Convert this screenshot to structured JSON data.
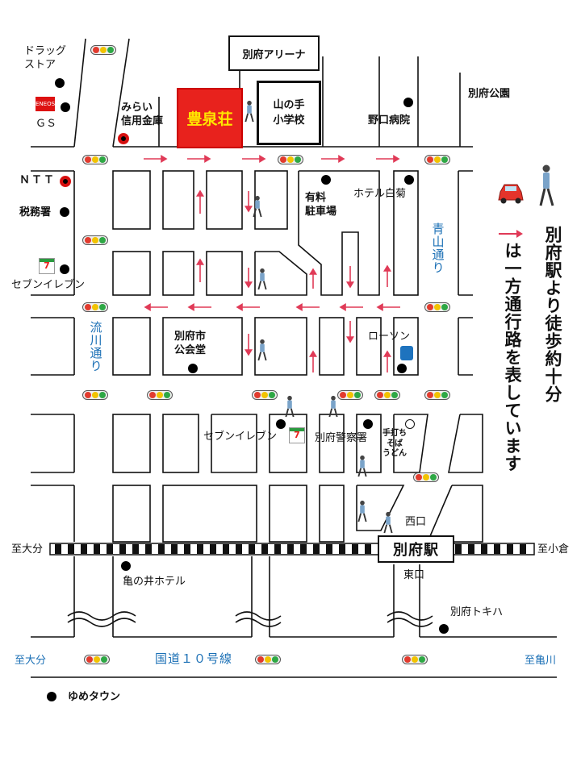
{
  "labels": {
    "drugstore": "ドラッグ\nストア",
    "gs": "ＧＳ",
    "eneos": "ENEOS",
    "ntt": "ＮＴＴ",
    "tax_office": "税務署",
    "seven_left": "セブンイレブン",
    "mirai_bank": "みらい\n信用金庫",
    "hotel_name": "豊泉荘",
    "arena": "別府アリーナ",
    "school": "山の手\n小学校",
    "noguchi": "野口病院",
    "beppu_park": "別府公園",
    "parking": "有料\n駐車場",
    "hotel_shiragiku": "ホテル白菊",
    "aoyama_street": "青山通り",
    "nagare_street": "流川通り",
    "public_hall": "別府市\n公会堂",
    "lawson": "ローソン",
    "seven_center": "セブンイレブン",
    "police": "別府警察署",
    "soba": "手打ち\nそば\nうどん",
    "west_exit": "西口",
    "to_oita_rail": "至大分",
    "station": "別府駅",
    "to_ogura": "至小倉",
    "east_exit": "東口",
    "kamenoi": "亀の井ホテル",
    "tokiwa": "別府トキハ",
    "to_oita_road": "至大分",
    "route10": "国道１０号線",
    "to_kamegawa": "至亀川",
    "youme": "ゆめタウン",
    "walk_note": "別府駅より徒歩約十分",
    "oneway_note": "は一方通行路を表しています"
  },
  "colors": {
    "road_line": "#111111",
    "arrow": "#e03a57",
    "hotel_bg": "#e8221d",
    "hotel_text": "#ffe600",
    "blue_text": "#1a6fb5"
  },
  "icons": [
    "signal-icon",
    "walker-icon",
    "car-icon",
    "seven-eleven-icon",
    "lawson-icon",
    "eneos-icon",
    "landmark-dot-icon"
  ]
}
